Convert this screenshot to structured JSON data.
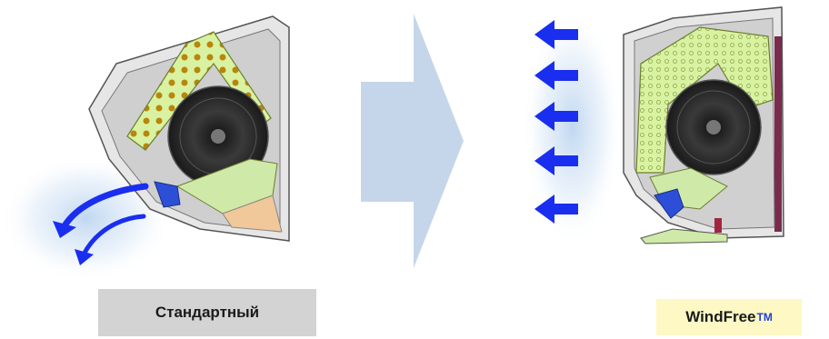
{
  "labels": {
    "standard": "Стандартный",
    "windfree": "WindFree",
    "windfree_mark": "TM"
  },
  "colors": {
    "label_standard_bg": "#d3d3d3",
    "label_windfree_bg": "#fdf8c4",
    "big_arrow": "#c6d6ea",
    "airflow_arrow": "#1a2ef0",
    "filter_green": "#d9f2a2",
    "fan_dark": "#2a2a2a",
    "unit_gray": "#d8d8d8"
  },
  "icons": {
    "transition_arrow": "arrow-right-icon",
    "standard_flow": "curved-arrow-down-icon",
    "windfree_flow": "arrow-left-icon"
  }
}
